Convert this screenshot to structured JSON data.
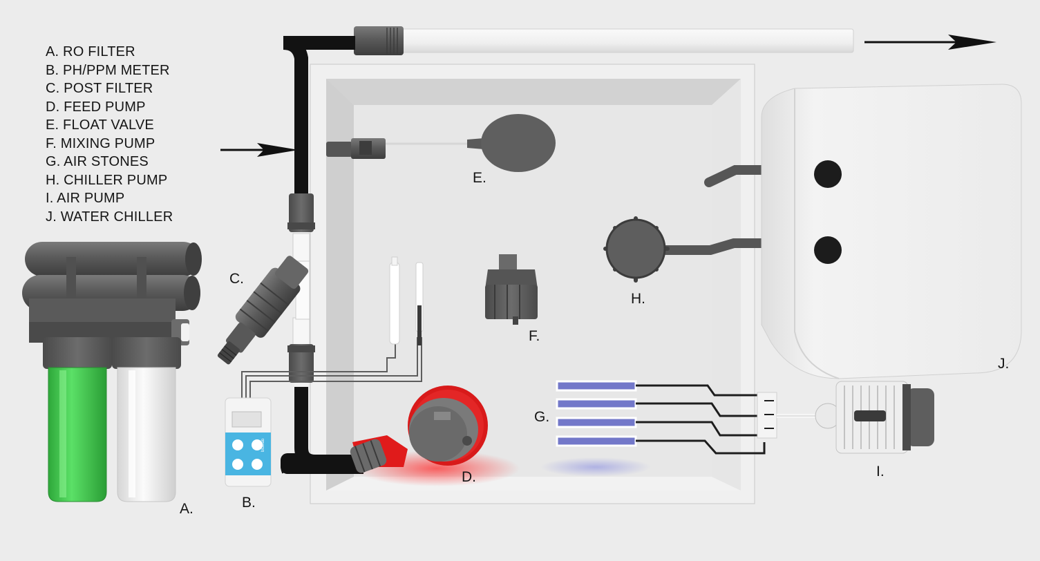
{
  "legend": [
    "A. RO FILTER",
    "B. PH/PPM METER",
    "C. POST FILTER",
    "D. FEED PUMP",
    "E. FLOAT VALVE",
    "F. MIXING PUMP",
    "G. AIR STONES",
    "H. CHILLER PUMP",
    "I. AIR PUMP",
    "J. WATER CHILLER"
  ],
  "callouts": {
    "a": "A.",
    "b": "B.",
    "c": "C.",
    "d": "D.",
    "e": "E.",
    "f": "F.",
    "g": "G.",
    "h": "H.",
    "i": "I.",
    "j": "J."
  },
  "meter": {
    "brand": "bluelab"
  },
  "colors": {
    "background": "#ececec",
    "reservoir": "#e4e4e4",
    "pipe": "#121212",
    "component_gray": "#5e5e5e",
    "ro_cartridge_green": "#3fd14a",
    "feed_pump_red": "#e01b1b",
    "air_stone_purple": "#7378c9",
    "meter_blue": "#49b5e2"
  }
}
